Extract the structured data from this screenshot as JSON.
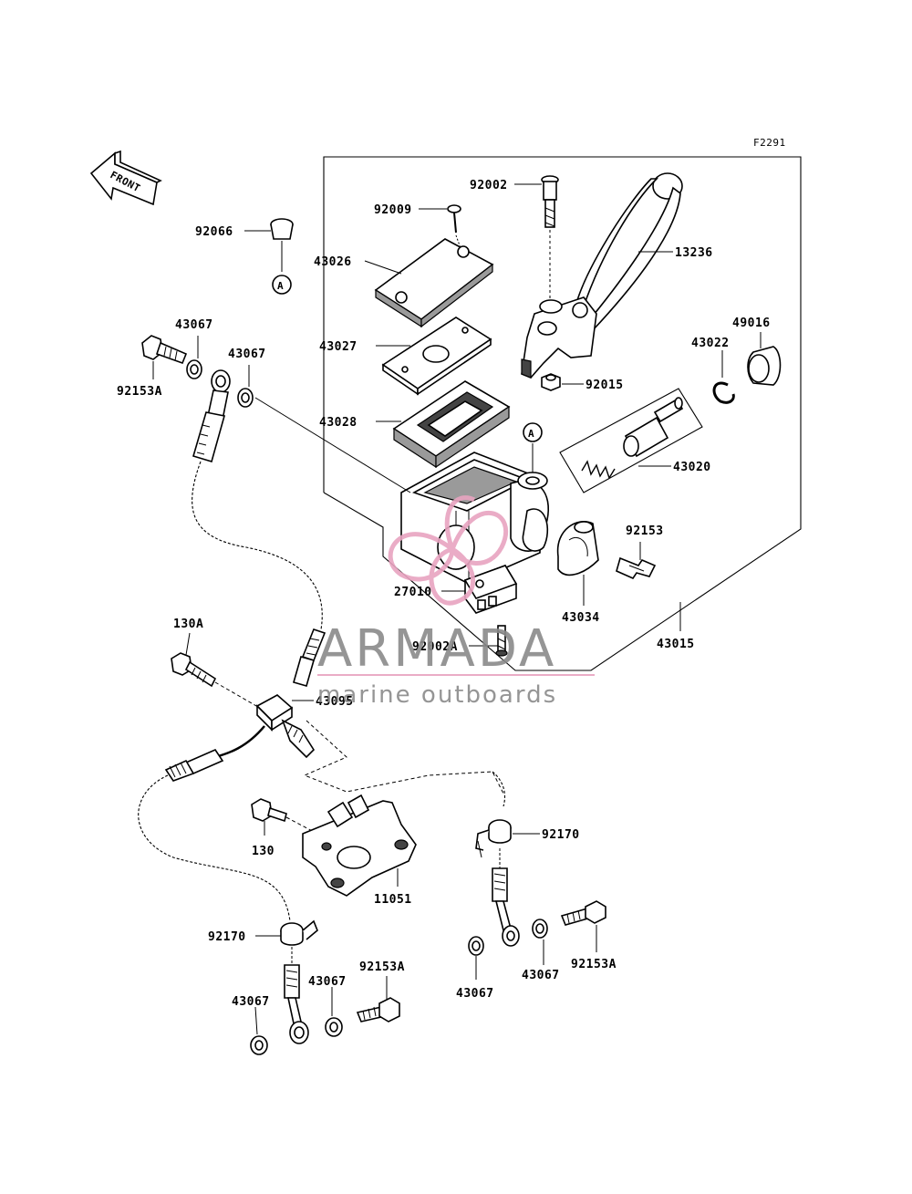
{
  "figure_code": "F2291",
  "front_arrow_label": "FRONT",
  "callout_letter": "A",
  "parts": {
    "p92066": "92066",
    "p43067_a": "43067",
    "p43067_b": "43067",
    "p92153A_a": "92153A",
    "p92002": "92002",
    "p92009": "92009",
    "p43026": "43026",
    "p43027": "43027",
    "p43028": "43028",
    "p13236": "13236",
    "p49016": "49016",
    "p43022": "43022",
    "p92015": "92015",
    "p43020": "43020",
    "p92153": "92153",
    "p27010": "27010",
    "p43034": "43034",
    "p92002A": "92002A",
    "p43015": "43015",
    "p130A": "130A",
    "p43095": "43095",
    "p130": "130",
    "p11051": "11051",
    "p92170_a": "92170",
    "p92170_b": "92170",
    "p43067_c": "43067",
    "p43067_d": "43067",
    "p92153A_b": "92153A",
    "p43067_e": "43067",
    "p43067_f": "43067",
    "p92153A_c": "92153A"
  },
  "watermark": {
    "brand": "ARMADA",
    "tagline": "marine outboards",
    "accent_color": "#e8a4c0",
    "text_color": "#8a8a8a"
  }
}
